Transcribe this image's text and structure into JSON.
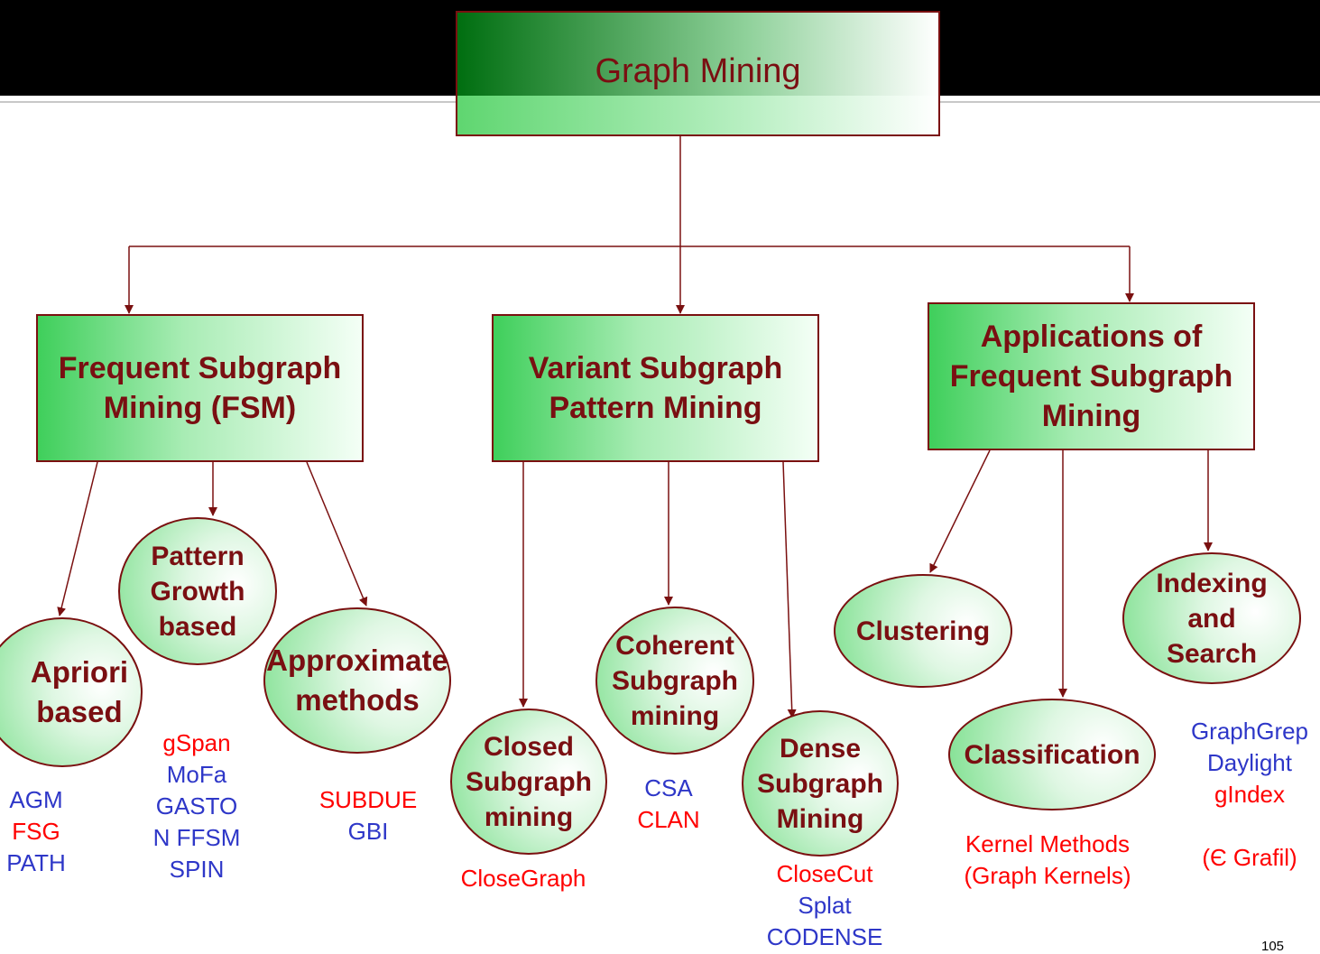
{
  "root": {
    "title": "Graph Mining"
  },
  "branches": {
    "fsm": "Frequent Subgraph\nMining (FSM)",
    "variant": "Variant Subgraph\nPattern Mining",
    "applications": "Applications of\nFrequent Subgraph\nMining"
  },
  "nodes": {
    "apriori": "Apriori\nbased",
    "pattern_growth": "Pattern\nGrowth\nbased",
    "approximate": "Approximate\nmethods",
    "closed": "Closed\nSubgraph\nmining",
    "coherent": "Coherent\nSubgraph\nmining",
    "dense": "Dense\nSubgraph\nMining",
    "clustering": "Clustering",
    "classification": "Classification",
    "indexing": "Indexing\nand\nSearch"
  },
  "algorithms": {
    "apriori": [
      {
        "text": "AGM",
        "color": "#2e37c8"
      },
      {
        "text": "FSG",
        "color": "#ff0000"
      },
      {
        "text": "PATH",
        "color": "#2e37c8"
      }
    ],
    "pattern_growth": [
      {
        "text": "gSpan",
        "color": "#ff0000"
      },
      {
        "text": "MoFa",
        "color": "#2e37c8"
      },
      {
        "text": "GASTO",
        "color": "#2e37c8"
      },
      {
        "text": "N FFSM",
        "color": "#2e37c8"
      },
      {
        "text": "SPIN",
        "color": "#2e37c8"
      }
    ],
    "approximate": [
      {
        "text": "SUBDUE",
        "color": "#ff0000"
      },
      {
        "text": "GBI",
        "color": "#2e37c8"
      }
    ],
    "closed": [
      {
        "text": "CloseGraph",
        "color": "#ff0000"
      }
    ],
    "coherent": [
      {
        "text": "CSA",
        "color": "#2e37c8"
      },
      {
        "text": "CLAN",
        "color": "#ff0000"
      }
    ],
    "dense": [
      {
        "text": "CloseCut",
        "color": "#ff0000"
      },
      {
        "text": "Splat",
        "color": "#2e37c8"
      },
      {
        "text": "CODENSE",
        "color": "#2e37c8"
      }
    ],
    "classification": [
      {
        "text": "Kernel Methods",
        "color": "#ff0000"
      },
      {
        "text": "(Graph Kernels)",
        "color": "#ff0000"
      }
    ],
    "indexing": [
      {
        "text": "GraphGrep",
        "color": "#2e37c8"
      },
      {
        "text": "Daylight",
        "color": "#2e37c8"
      },
      {
        "text": "gIndex",
        "color": "#ff0000"
      },
      {
        "text": "",
        "color": "#ff0000"
      },
      {
        "text": "(Є Grafil)",
        "color": "#ff0000"
      }
    ]
  },
  "page_number": "105"
}
